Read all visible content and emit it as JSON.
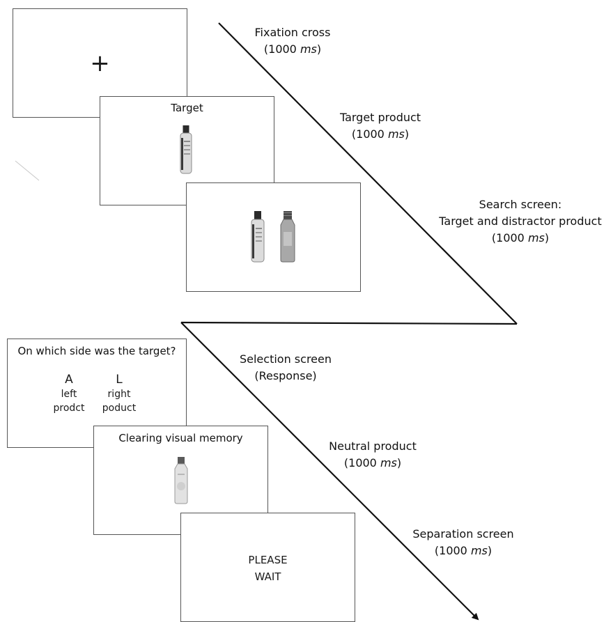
{
  "panels": {
    "fixation": {
      "symbol": "+"
    },
    "target": {
      "title": "Target"
    },
    "search": {},
    "selection": {
      "question": "On which side was the target?",
      "left_key": "A",
      "left_line1": "left",
      "left_line2": "prodct",
      "right_key": "L",
      "right_line1": "right",
      "right_line2": "poduct"
    },
    "neutral": {
      "title": "Clearing visual memory"
    },
    "separation": {
      "line1": "PLEASE",
      "line2": "WAIT"
    }
  },
  "labels": {
    "fixation": {
      "line1": "Fixation cross",
      "open": "(1000 ",
      "unit": "ms",
      "close": ")"
    },
    "target": {
      "line1": "Target product",
      "open": "(1000 ",
      "unit": "ms",
      "close": ")"
    },
    "search": {
      "line1": "Search screen:",
      "line2": "Target and distractor product",
      "open": "(1000 ",
      "unit": "ms",
      "close": ")"
    },
    "selection": {
      "line1": "Selection screen",
      "line2": "(Response)"
    },
    "neutral": {
      "line1": "Neutral product",
      "open": "(1000 ",
      "unit": "ms",
      "close": ")"
    },
    "separation": {
      "line1": "Separation screen",
      "open": "(1000 ",
      "unit": "ms",
      "close": ")"
    }
  }
}
